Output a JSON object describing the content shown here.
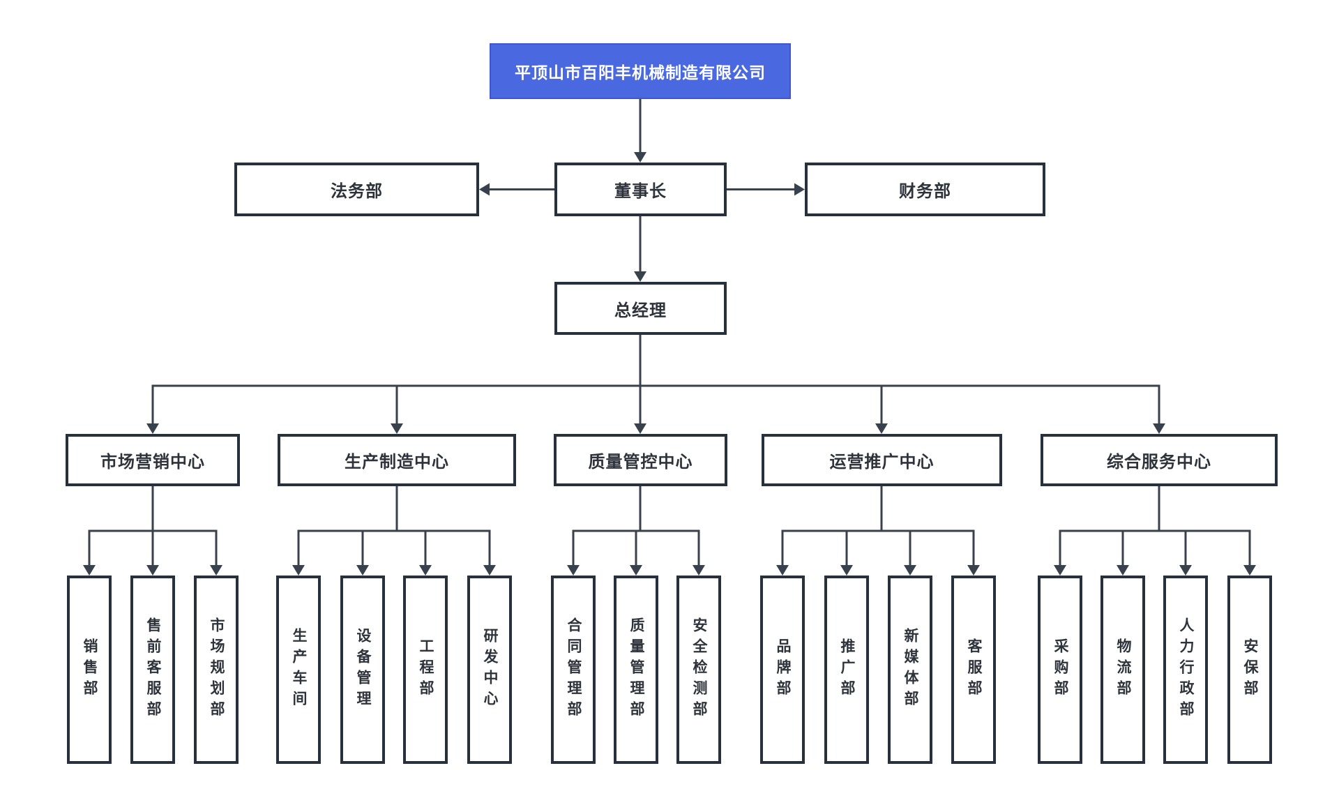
{
  "org": {
    "root": {
      "label": "平顶山市百阳丰机械制造有限公司"
    },
    "level2": {
      "left": {
        "label": "法务部"
      },
      "center": {
        "label": "董事长"
      },
      "right": {
        "label": "财务部"
      }
    },
    "level3": {
      "label": "总经理"
    },
    "centers": [
      {
        "label": "市场营销中心",
        "children": [
          "销售部",
          "售前客服部",
          "市场规划部"
        ]
      },
      {
        "label": "生产制造中心",
        "children": [
          "生产车间",
          "设备管理",
          "工程部",
          "研发中心"
        ]
      },
      {
        "label": "质量管控中心",
        "children": [
          "合同管理部",
          "质量管理部",
          "安全检测部"
        ]
      },
      {
        "label": "运营推广中心",
        "children": [
          "品牌部",
          "推广部",
          "新媒体部",
          "客服部"
        ]
      },
      {
        "label": "综合服务中心",
        "children": [
          "采购部",
          "物流部",
          "人力行政部",
          "安保部"
        ]
      }
    ]
  },
  "colors": {
    "root_fill": "#4a68df",
    "box_border": "#27303d",
    "connector": "#39414d",
    "text": "#2e333b",
    "background": "#ffffff"
  }
}
